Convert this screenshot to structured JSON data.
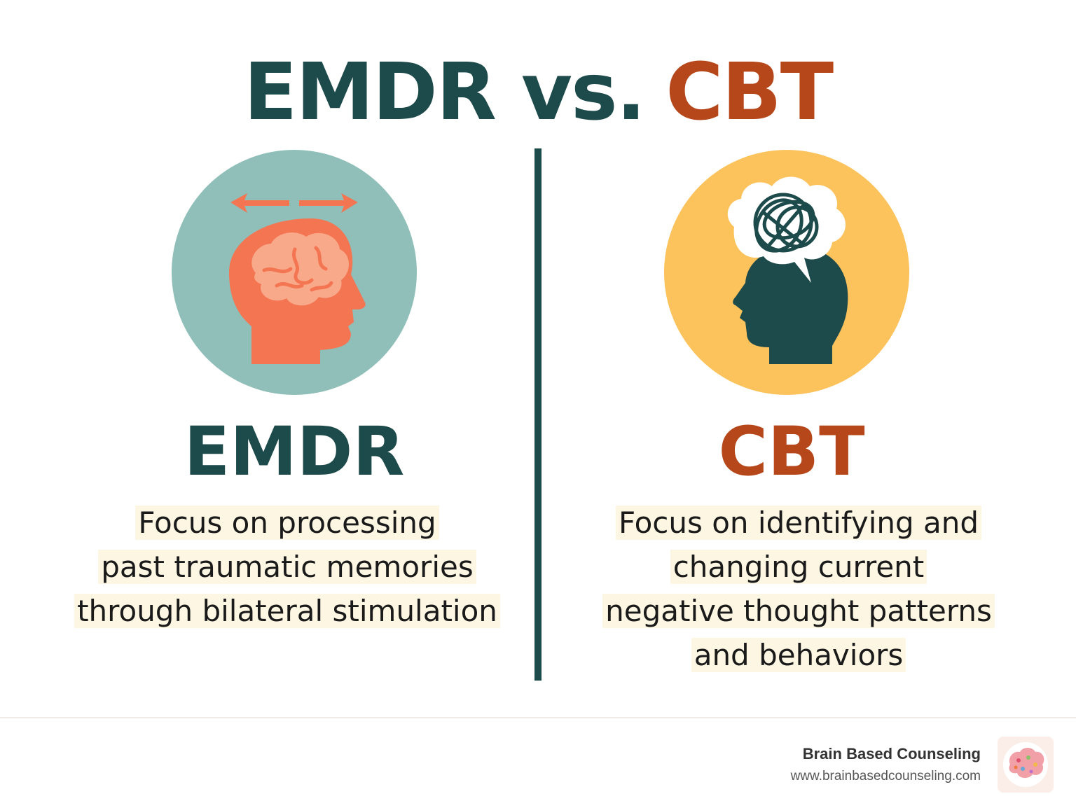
{
  "header": {
    "title_left": "EMDR vs.",
    "title_right": "CBT"
  },
  "left": {
    "title": "EMDR",
    "description_lines": [
      "Focus on processing",
      "past traumatic memories",
      "through bilateral stimulation"
    ],
    "icon": "head-with-brain-and-bilateral-arrows-icon",
    "circle_color": "#8fbfb8",
    "accent_color": "#f47552"
  },
  "right": {
    "title": "CBT",
    "description_lines": [
      "Focus on identifying and",
      "changing current",
      "negative thought patterns",
      "and behaviors"
    ],
    "icon": "head-with-tangled-thought-bubble-icon",
    "circle_color": "#fcc25c",
    "accent_color": "#1d4a4a"
  },
  "colors": {
    "dark_teal": "#1d4a4a",
    "rust": "#b5471a"
  },
  "footer": {
    "brand_name": "Brain Based Counseling",
    "url": "www.brainbasedcounseling.com",
    "logo": "brain-logo-icon"
  }
}
